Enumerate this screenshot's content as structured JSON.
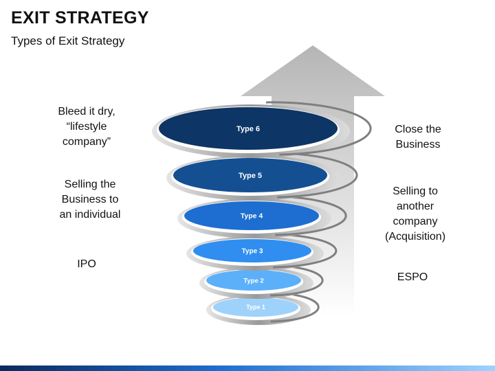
{
  "header": {
    "title": "EXIT STRATEGY",
    "subtitle": "Types of Exit Strategy"
  },
  "left_labels": [
    "Bleed it dry,\n“lifestyle\ncompany”",
    "Selling the\nBusiness to\nan individual",
    "IPO"
  ],
  "right_labels": [
    "Close the\nBusiness",
    "Selling to\nanother\ncompany\n(Acquisition)",
    "ESPO"
  ],
  "tiers": [
    {
      "label": "Type 6",
      "color": "#0d3565"
    },
    {
      "label": "Type 5",
      "color": "#144f92"
    },
    {
      "label": "Type 4",
      "color": "#1d6ed0"
    },
    {
      "label": "Type 3",
      "color": "#2f8ef0"
    },
    {
      "label": "Type 2",
      "color": "#5cb0fa"
    },
    {
      "label": "Type 1",
      "color": "#9fd2fb"
    }
  ],
  "colors": {
    "arrow": "#b9b9b9",
    "ribbon": "#c8c8c8",
    "ribbon_dark": "#7f7f7f"
  }
}
